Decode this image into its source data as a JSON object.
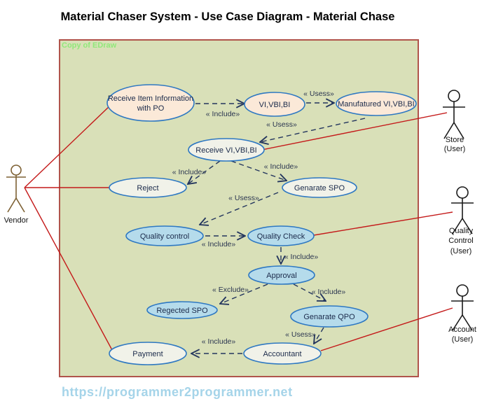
{
  "title": "Material Chaser System - Use Case Diagram - Material Chase",
  "watermark": "Copy of EDraw",
  "footer_url": "https://programmer2programmer.net",
  "colors": {
    "boundary_fill": "#d9e0b8",
    "boundary_stroke": "#b0544b",
    "ellipse_stroke": "#2e78c2",
    "fill_peach": "#fbe9d8",
    "fill_plain": "#f1f2e9",
    "fill_blue": "#b5dbeb",
    "connector_navy": "#24365e",
    "association_red": "#c41a1a",
    "actor_vendor_brown": "#7d6033",
    "actor_black": "#1a1a1a",
    "watermark_green": "#90e87a",
    "footer_blue": "#a5d4e9",
    "title_black": "#000000"
  },
  "actors": {
    "vendor": {
      "label": "Vendor"
    },
    "store": {
      "line1": "Store",
      "line2": "(User)"
    },
    "quality_control": {
      "line1": "Quality",
      "line2": "Control",
      "line3": "(User)"
    },
    "account": {
      "line1": "Account",
      "line2": "(User)"
    }
  },
  "usecases": {
    "receive_item_info": {
      "line1": "Receive Item Information",
      "line2": "with PO"
    },
    "vi_vbi_bi": {
      "label": "VI,VBI,BI"
    },
    "manufatured": {
      "label": "Manufatured VI,VBI,BI"
    },
    "receive_vi_vbi_bi": {
      "label": "Receive VI,VBI,BI"
    },
    "reject": {
      "label": "Reject"
    },
    "genarate_spo": {
      "label": "Genarate SPO"
    },
    "quality_control": {
      "label": "Quality control"
    },
    "quality_check": {
      "label": "Quality Check"
    },
    "approval": {
      "label": "Approval"
    },
    "regected_spo": {
      "label": "Regected SPO"
    },
    "genarate_qpo": {
      "label": "Genarate QPO"
    },
    "payment": {
      "label": "Payment"
    },
    "accountant": {
      "label": "Accountant"
    }
  },
  "stereotypes": {
    "include": "« Include»",
    "usess": "« Usess»",
    "exclude": "« Exclude»"
  },
  "relations": [
    {
      "from": "Receive Item Information with PO",
      "to": "VI,VBI,BI",
      "type": "include"
    },
    {
      "from": "VI,VBI,BI",
      "to": "Manufatured VI,VBI,BI",
      "type": "usess"
    },
    {
      "from": "Manufatured VI,VBI,BI",
      "to": "Receive VI,VBI,BI",
      "type": "usess"
    },
    {
      "from": "Receive VI,VBI,BI",
      "to": "Reject",
      "type": "include"
    },
    {
      "from": "Receive VI,VBI,BI",
      "to": "Genarate SPO",
      "type": "include"
    },
    {
      "from": "Genarate SPO",
      "to": "Quality control",
      "type": "usess"
    },
    {
      "from": "Quality control",
      "to": "Quality Check",
      "type": "include"
    },
    {
      "from": "Quality Check",
      "to": "Approval",
      "type": "include"
    },
    {
      "from": "Approval",
      "to": "Regected SPO",
      "type": "exclude"
    },
    {
      "from": "Approval",
      "to": "Genarate QPO",
      "type": "include"
    },
    {
      "from": "Genarate QPO",
      "to": "Accountant",
      "type": "usess"
    },
    {
      "from": "Accountant",
      "to": "Payment",
      "type": "include"
    },
    {
      "from": "Vendor",
      "to": "Receive Item Information with PO",
      "type": "association"
    },
    {
      "from": "Vendor",
      "to": "Reject",
      "type": "association"
    },
    {
      "from": "Vendor",
      "to": "Payment",
      "type": "association"
    },
    {
      "from": "Receive VI,VBI,BI",
      "to": "Store (User)",
      "type": "association"
    },
    {
      "from": "Quality Check",
      "to": "Quality Control (User)",
      "type": "association"
    },
    {
      "from": "Accountant",
      "to": "Account (User)",
      "type": "association"
    }
  ]
}
